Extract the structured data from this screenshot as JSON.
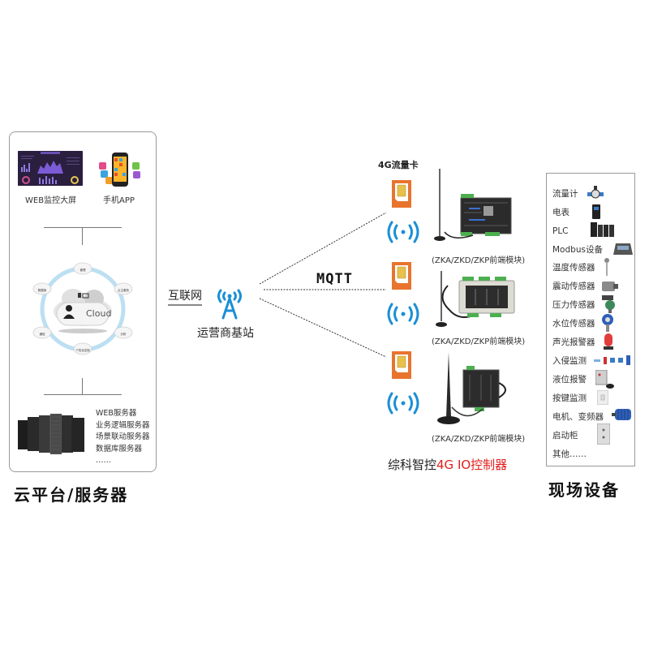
{
  "cloud_platform": {
    "title": "云平台/服务器",
    "web_screen_label": "WEB监控大屏",
    "mobile_app_label": "手机APP",
    "cloud_center_label": "Cloud",
    "cloud_nodes": [
      "管理",
      "云主服务",
      "分析",
      "个性化定制",
      "通信",
      "数据库"
    ],
    "servers": [
      "WEB服务器",
      "业务逻辑服务器",
      "场景联动服务器",
      "数据库服务器",
      "……"
    ]
  },
  "network": {
    "internet_label": "互联网",
    "base_station_label": "运营商基站",
    "protocol_label": "MQTT"
  },
  "controllers": {
    "sim_card_label": "4G流量卡",
    "modules": [
      {
        "caption": "(ZKA/ZKD/ZKP前端模块)"
      },
      {
        "caption": "(ZKA/ZKD/ZKP前端模块)"
      },
      {
        "caption": "(ZKA/ZKD/ZKP前端模块)"
      }
    ],
    "title_prefix": "综科智控",
    "title_highlight": "4G IO控制器",
    "highlight_color": "#e11d1d"
  },
  "field_devices": {
    "title": "现场设备",
    "items": [
      {
        "label": "流量计",
        "icon": "flowmeter-icon"
      },
      {
        "label": "电表",
        "icon": "electric-meter-icon"
      },
      {
        "label": "PLC",
        "icon": "plc-icon"
      },
      {
        "label": "Modbus设备",
        "icon": "modbus-device-icon"
      },
      {
        "label": "温度传感器",
        "icon": "temperature-sensor-icon"
      },
      {
        "label": "震动传感器",
        "icon": "vibration-sensor-icon"
      },
      {
        "label": "压力传感器",
        "icon": "pressure-sensor-icon"
      },
      {
        "label": "水位传感器",
        "icon": "water-level-sensor-icon"
      },
      {
        "label": "声光报警器",
        "icon": "alarm-light-icon"
      },
      {
        "label": "入侵监测",
        "icon": "intrusion-detector-icon"
      },
      {
        "label": "液位报警",
        "icon": "liquid-level-alarm-icon"
      },
      {
        "label": "按键监测",
        "icon": "button-switch-icon"
      },
      {
        "label": "电机、变频器",
        "icon": "motor-icon"
      },
      {
        "label": "启动柜",
        "icon": "starter-cabinet-icon"
      },
      {
        "label": "其他……",
        "icon": ""
      }
    ]
  },
  "colors": {
    "accent_blue": "#1a8fd6",
    "sim_orange": "#e8742e",
    "sim_chip": "#e8c04a",
    "border_gray": "#9a9a9a"
  }
}
